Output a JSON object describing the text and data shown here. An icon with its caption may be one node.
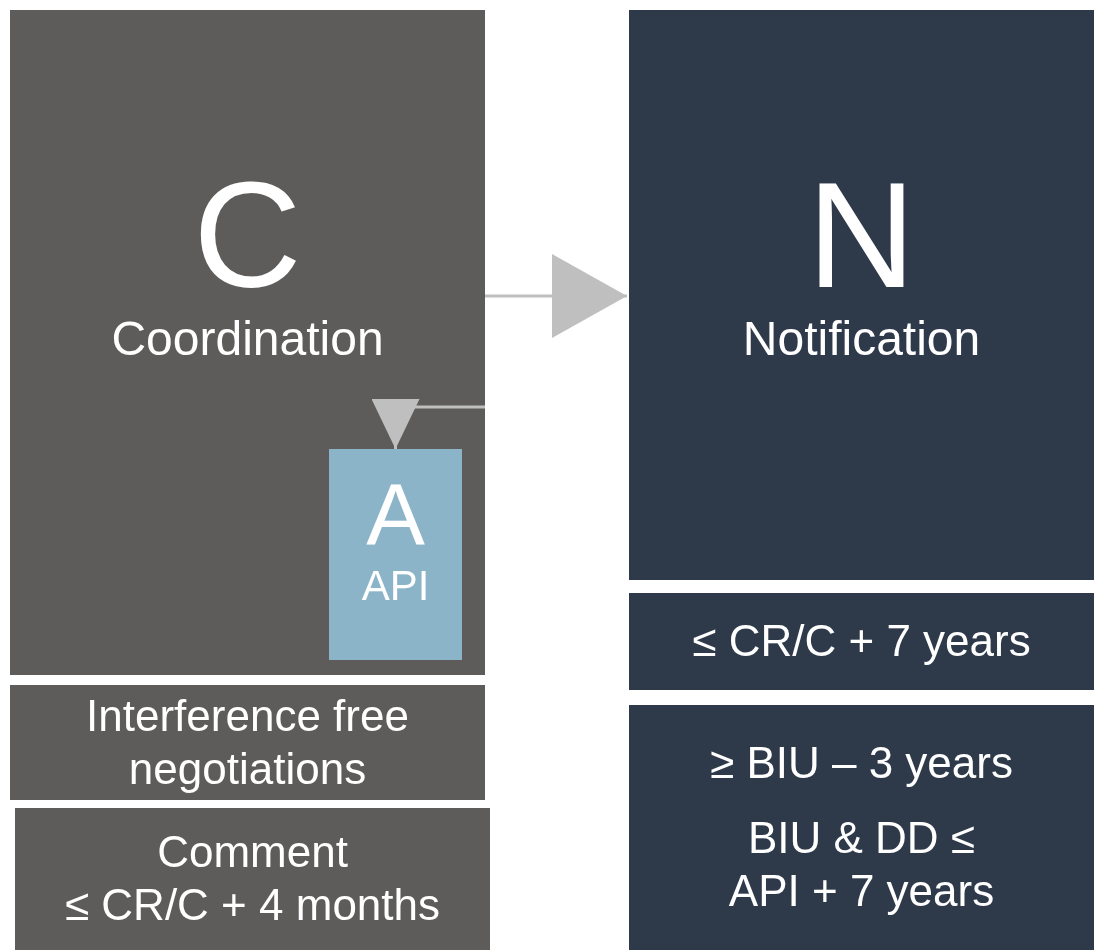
{
  "diagram": {
    "nodes": [
      {
        "text": [
          "C",
          "Coordination"
        ]
      },
      {
        "text": [
          "A",
          "API"
        ],
        "in": 0
      },
      {
        "text": [
          "Interference free negotiations"
        ]
      },
      {
        "text": [
          "Comment",
          "≤ CR/C + 4 months"
        ]
      },
      {
        "text": [
          "N",
          "Notification"
        ]
      },
      {
        "text": [
          "≤ CR/C + 7 years"
        ]
      },
      {
        "text": [
          "≥ BIU – 3 years",
          "BIU & DD ≤ API + 7 years"
        ]
      }
    ],
    "edges": [
      {
        "from": 0,
        "to": 4,
        "arrow": "to"
      },
      {
        "from": 0,
        "to": 1,
        "arrow": "to"
      }
    ]
  }
}
